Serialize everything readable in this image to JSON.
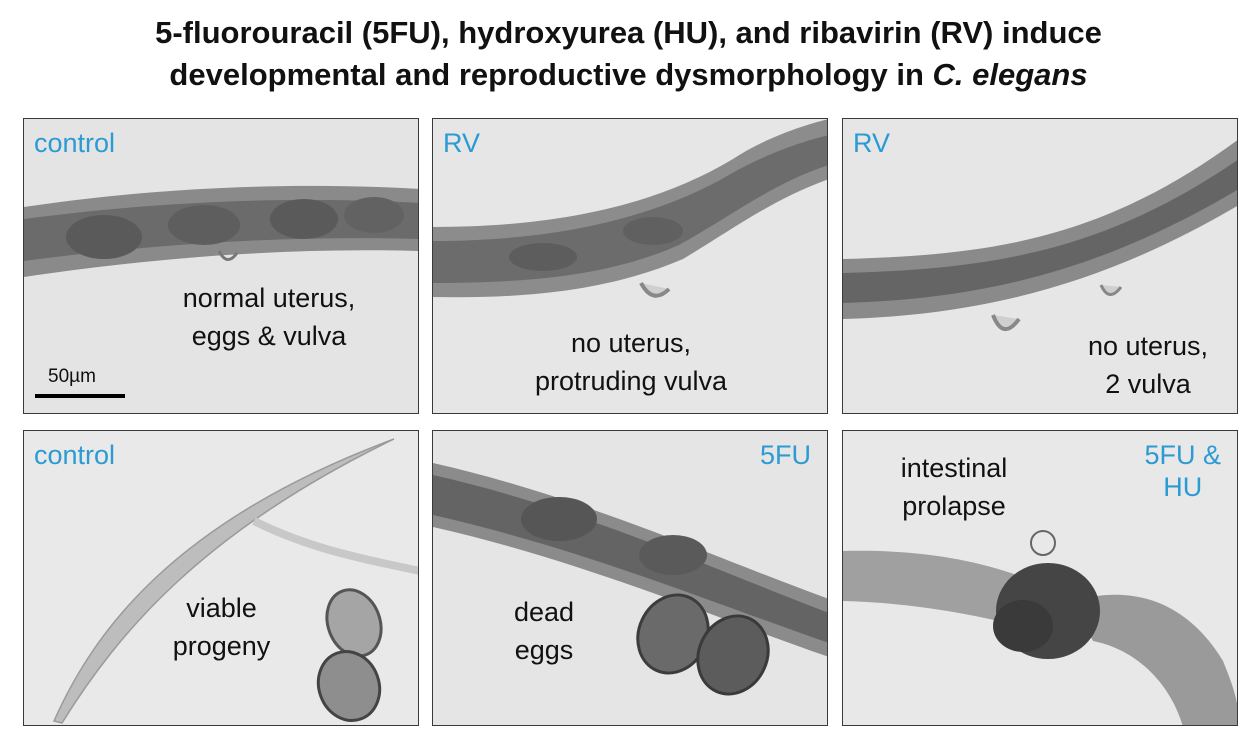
{
  "title": {
    "line1": "5-fluorouracil (5FU), hydroxyurea (HU), and ribavirin (RV) induce",
    "line2_prefix": "developmental and reproductive dysmorphology in ",
    "line2_genus": "C. elegans"
  },
  "panels": [
    {
      "tag": "control",
      "note_1": "normal uterus,",
      "note_2": "eggs & vulva",
      "scale_label": "50µm"
    },
    {
      "tag": "RV",
      "note_1": "no uterus,",
      "note_2": "protruding vulva"
    },
    {
      "tag": "RV",
      "note_1": "no uterus,",
      "note_2": "2 vulva"
    },
    {
      "tag": "control",
      "note_1": "viable",
      "note_2": "progeny"
    },
    {
      "tag": "5FU",
      "note_1": "dead",
      "note_2": "eggs"
    },
    {
      "tag_1": "5FU &",
      "tag_2": "HU",
      "note_1": "intestinal",
      "note_2": "prolapse"
    }
  ]
}
